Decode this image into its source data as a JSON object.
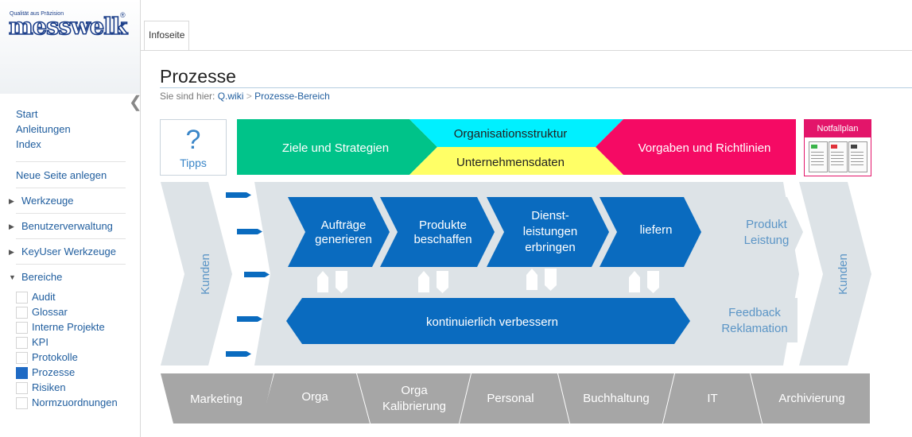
{
  "logo": {
    "tagline": "Qualität aus Präzision",
    "name": "messwelk",
    "registered": "®"
  },
  "tab": {
    "label": "Infoseite"
  },
  "page": {
    "title": "Prozesse",
    "breadcrumb_prefix": "Sie sind hier:",
    "breadcrumb_home": "Q.wiki",
    "breadcrumb_sep": ">",
    "breadcrumb_current": "Prozesse-Bereich"
  },
  "sidebar": {
    "collapse_glyph": "❮",
    "links": [
      "Start",
      "Anleitungen",
      "Index"
    ],
    "new_page": "Neue Seite anlegen",
    "sections": [
      "Werkzeuge",
      "Benutzerverwaltung",
      "KeyUser Werkzeuge",
      "Bereiche"
    ],
    "bereiche": [
      "Audit",
      "Glossar",
      "Interne Projekte",
      "KPI",
      "Protokolle",
      "Prozesse",
      "Risiken",
      "Normzuordnungen"
    ],
    "active_bereich": "Prozesse"
  },
  "diagram": {
    "tipps": {
      "symbol": "?",
      "label": "Tipps"
    },
    "top": {
      "ziele": "Ziele und Strategien",
      "organisation": "Organisationsstruktur",
      "unternehmen": "Unternehmensdaten",
      "vorgaben": "Vorgaben und Richtlinien"
    },
    "notfallplan": "Notfallplan",
    "kunden_left": "Kunden",
    "kunden_right": "Kunden",
    "core": [
      {
        "lines": [
          "Aufträge",
          "generieren"
        ]
      },
      {
        "lines": [
          "Produkte",
          "beschaffen"
        ]
      },
      {
        "lines": [
          "Dienst-",
          "leistungen",
          "erbringen"
        ]
      },
      {
        "lines": [
          "liefern"
        ]
      }
    ],
    "improve": "kontinuierlich verbessern",
    "output": [
      "Produkt",
      "Leistung"
    ],
    "feedback": [
      "Feedback",
      "Reklamation"
    ],
    "support": [
      {
        "lines": [
          "Marketing"
        ]
      },
      {
        "lines": [
          "Orga"
        ]
      },
      {
        "lines": [
          "Orga",
          "Kalibrierung"
        ]
      },
      {
        "lines": [
          "Personal"
        ]
      },
      {
        "lines": [
          "Buchhaltung"
        ]
      },
      {
        "lines": [
          "IT"
        ]
      },
      {
        "lines": [
          "Archivierung"
        ]
      }
    ],
    "colors": {
      "green": "#00c389",
      "cyan": "#00f0ff",
      "yellow": "#ffff66",
      "pink": "#f50a64",
      "blue": "#0a6bbf",
      "grey_band": "#dde3e7",
      "support_grey": "#a6a6a6",
      "light_text": "#5b95c6"
    }
  }
}
